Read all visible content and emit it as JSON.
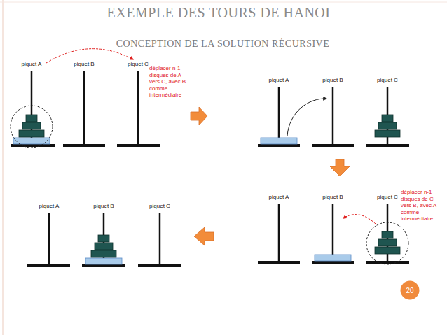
{
  "diagram": {
    "title": "EXEMPLE DES TOURS DE HANOI",
    "nodes": [
      {
        "text": [
          "20"
        ]
      }
    ],
    "labels": [
      "CONCEPTION DE LA SOLUTION RÉCURSIVE",
      "piquet A",
      "piquet B",
      "piquet C",
      "déplacer n-1 disques de A vers C, avec B comme intermédiaire",
      "piquet A",
      "piquet B",
      "piquet C",
      "piquet A",
      "piquet B",
      "piquet C",
      "piquet A",
      "piquet B",
      "piquet C",
      "déplacer n-1 disques de C vers B, avec A comme intermédiaire"
    ]
  }
}
